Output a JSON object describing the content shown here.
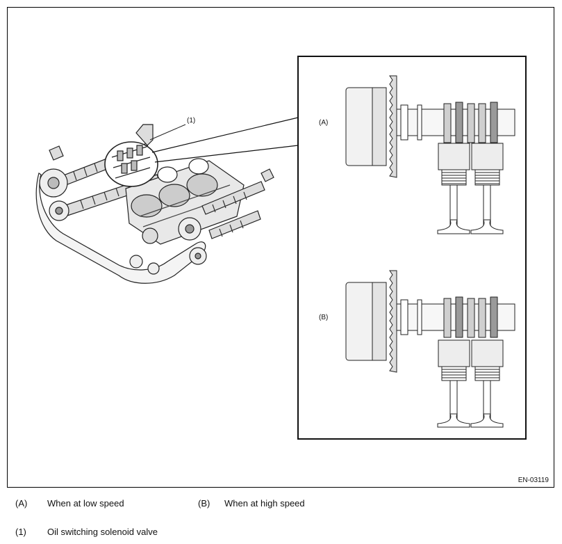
{
  "figure": {
    "callout_1": "(1)",
    "label_a": "(A)",
    "label_b": "(B)",
    "figure_id": "EN-03119"
  },
  "legend": [
    {
      "key": "(A)",
      "text": "When at low speed"
    },
    {
      "key": "(B)",
      "text": "When at high speed"
    },
    {
      "key": "(1)",
      "text": "Oil switching solenoid valve"
    }
  ]
}
